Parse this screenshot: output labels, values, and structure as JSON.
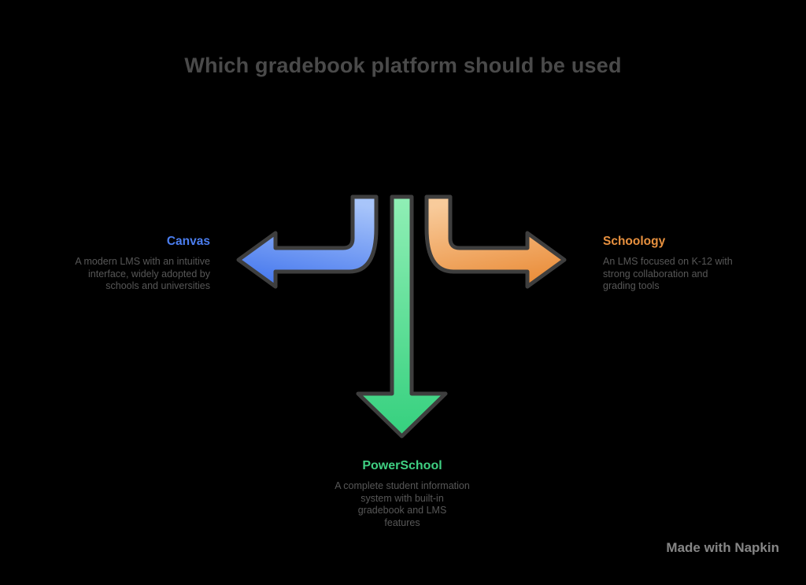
{
  "title": "Which gradebook platform should be used",
  "branches": {
    "left": {
      "label": "Canvas",
      "color": "#4b7ef0",
      "lines": {
        "0": "A modern LMS with an intuitive",
        "1": "interface, widely adopted by",
        "2": "schools and universities"
      }
    },
    "right": {
      "label": "Schoology",
      "color": "#e8913f",
      "lines": {
        "0": "An LMS focused on K-12 with",
        "1": "strong collaboration and",
        "2": "grading tools"
      }
    },
    "bottom": {
      "label": "PowerSchool",
      "color": "#3fcf82",
      "lines": {
        "0": "A complete student information",
        "1": "system with built-in",
        "2": "gradebook and LMS",
        "3": "features"
      }
    }
  },
  "watermark": "Made with Napkin",
  "colors": {
    "background": "#000000",
    "title_text": "#4a4a4a",
    "body_text": "#575757",
    "watermark_text": "#868686",
    "arrow_outline": "#3e3e3e",
    "blue_arrow_gradient_start": "#a8c5fa",
    "blue_arrow_gradient_end": "#4678ee",
    "orange_arrow_gradient_start": "#f8cb9b",
    "orange_arrow_gradient_end": "#ea8c38",
    "green_arrow_gradient_start": "#90efb5",
    "green_arrow_gradient_end": "#35d07e"
  }
}
